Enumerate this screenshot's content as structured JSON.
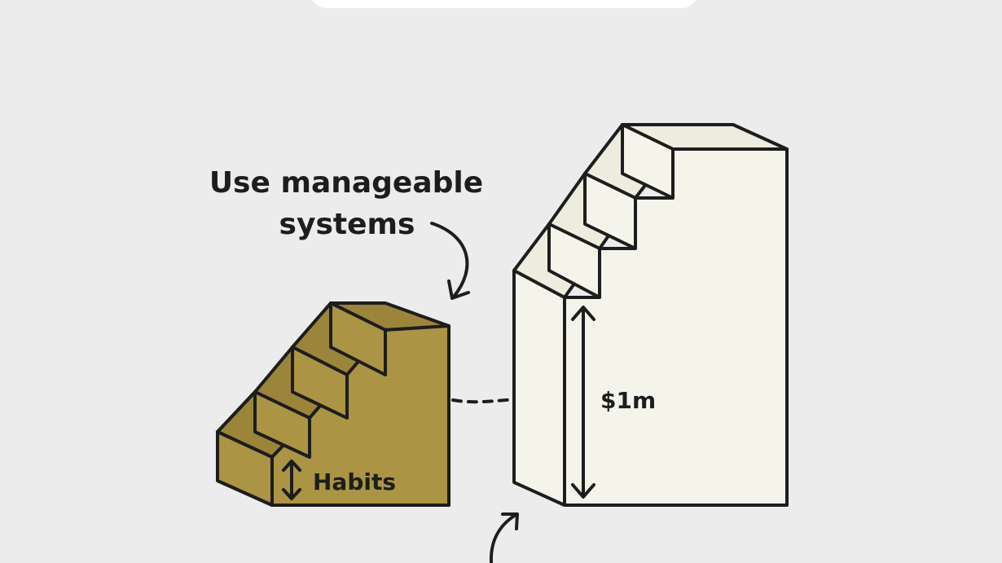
{
  "caption": {
    "line1": "Use manageable",
    "line2": "systems"
  },
  "small_staircase": {
    "label": "Habits",
    "color_front": "#ab9443",
    "color_top": "#9a853a"
  },
  "tall_staircase": {
    "label": "$1m",
    "color_front": "#f5f4ea",
    "color_top": "#edecdf"
  },
  "icons": {
    "caption_arrow": "curved-arrow-icon",
    "dashed_arrow": "dashed-arrow-icon",
    "habits_arrow": "vertical-double-arrow-icon",
    "goal_arrow": "vertical-double-arrow-icon",
    "bottom_arrow": "curved-arrow-icon"
  }
}
